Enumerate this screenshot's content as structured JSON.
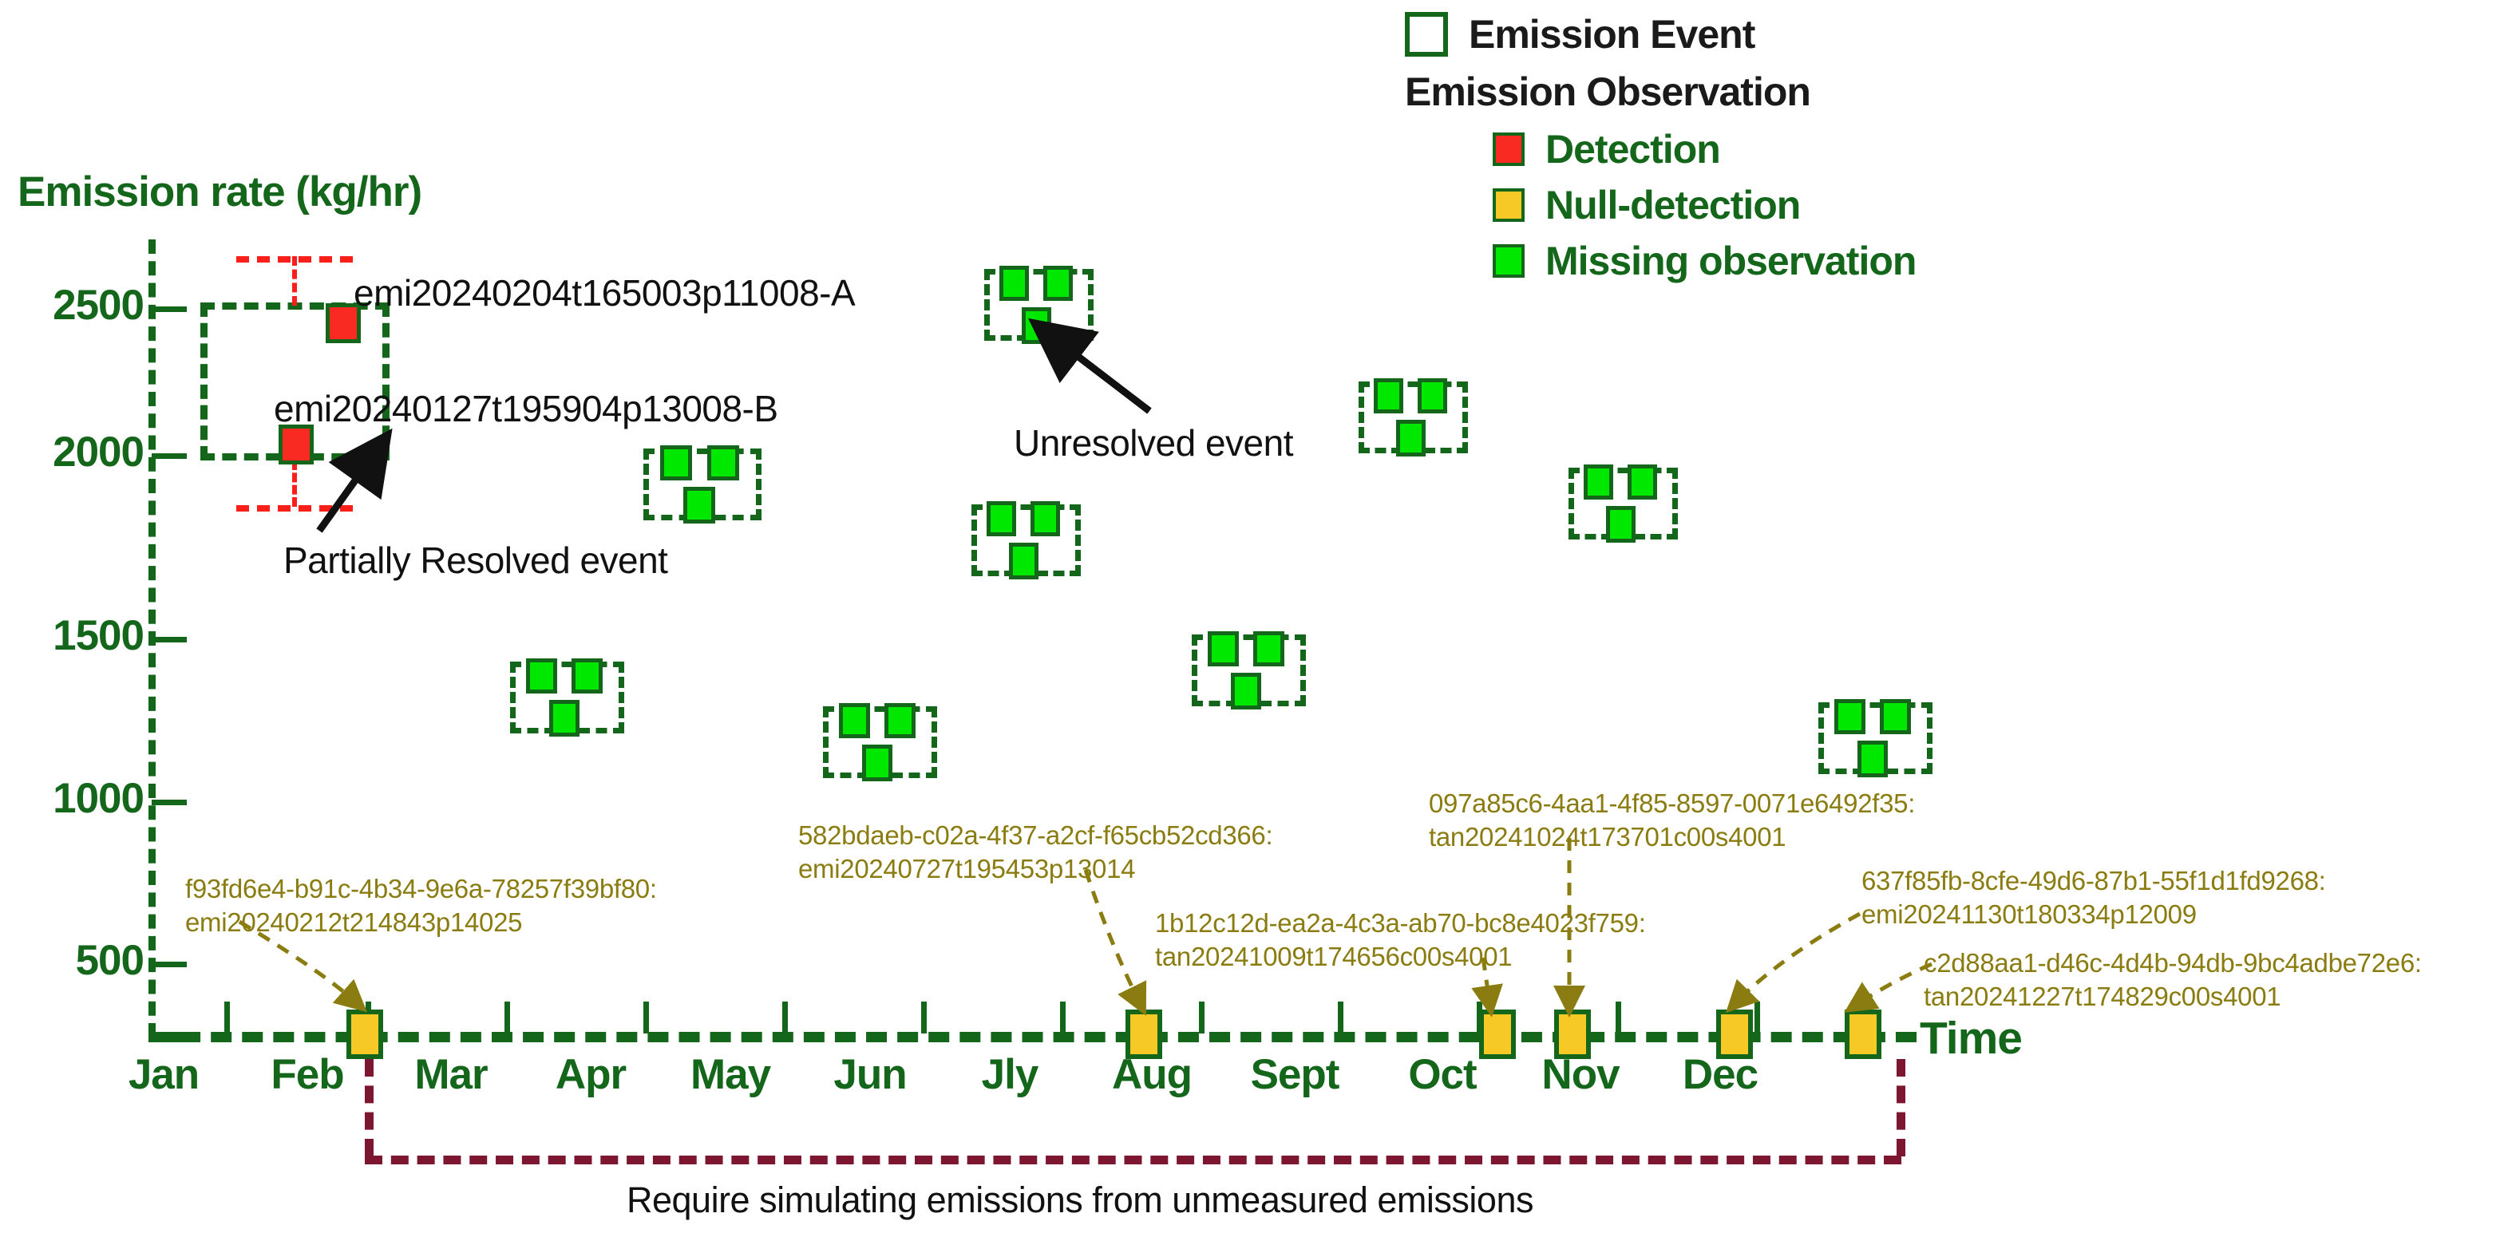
{
  "axes": {
    "y_title": "Emission rate (kg/hr)",
    "x_title": "Time",
    "y_ticks": [
      "2500",
      "2000",
      "1500",
      "1000",
      "500"
    ],
    "x_ticks": [
      "Jan",
      "Feb",
      "Mar",
      "Apr",
      "May",
      "Jun",
      "Jly",
      "Aug",
      "Sept",
      "Oct",
      "Nov",
      "Dec"
    ]
  },
  "legend": {
    "event_label": "Emission Event",
    "observation_header": "Emission Observation",
    "items": [
      {
        "label": "Detection",
        "color": "#f92a22"
      },
      {
        "label": "Null-detection",
        "color": "#f7c927"
      },
      {
        "label": "Missing observation",
        "color": "#00e800"
      }
    ]
  },
  "event_labels": {
    "event_a": "emi20240204t165003p11008-A",
    "event_b": "emi20240127t195904p13008-B"
  },
  "callouts": {
    "partially_resolved": "Partially Resolved event",
    "unresolved": "Unresolved event"
  },
  "annotations": [
    {
      "id": "ann1",
      "line1": "f93fd6e4-b91c-4b34-9e6a-78257f39bf80:",
      "line2": "emi20240212t214843p14025"
    },
    {
      "id": "ann2",
      "line1": "582bdaeb-c02a-4f37-a2cf-f65cb52cd366:",
      "line2": "emi20240727t195453p13014"
    },
    {
      "id": "ann3",
      "line1": "1b12c12d-ea2a-4c3a-ab70-bc8e4023f759:",
      "line2": "tan20241009t174656c00s4001"
    },
    {
      "id": "ann4",
      "line1": "097a85c6-4aa1-4f85-8597-0071e6492f35:",
      "line2": "tan20241024t173701c00s4001"
    },
    {
      "id": "ann5",
      "line1": "637f85fb-8cfe-49d6-87b1-55f1d1fd9268:",
      "line2": "emi20241130t180334p12009"
    },
    {
      "id": "ann6",
      "line1": "c2d88aa1-d46c-4d4b-94db-9bc4adbe72e6:",
      "line2": "tan20241227t174829c00s4001"
    }
  ],
  "bracket_caption": "Require simulating emissions from unmeasured emissions",
  "colors": {
    "axis_green": "#14661b",
    "detection_red": "#f92a22",
    "null_yellow": "#f7c927",
    "missing_green": "#00e800",
    "annotation_olive": "#8a7c10",
    "bracket_maroon": "#7d1631",
    "errorbar_red": "#fa1f1a"
  },
  "chart_data": {
    "type": "scatter",
    "title": "",
    "xlabel": "Time",
    "ylabel": "Emission rate (kg/hr)",
    "ylim": [
      0,
      2700
    ],
    "yticks": [
      500,
      1000,
      1500,
      2000,
      2500
    ],
    "xticks": [
      "Jan",
      "Feb",
      "Mar",
      "Apr",
      "May",
      "Jun",
      "Jly",
      "Aug",
      "Sept",
      "Oct",
      "Nov",
      "Dec"
    ],
    "grid": false,
    "legend_position": "top-right",
    "series": [
      {
        "name": "Emission Event (unresolved)",
        "marker": "dashed-box-with-observations",
        "points": [
          {
            "month": "Mar",
            "rate": 1950
          },
          {
            "month": "Apr",
            "rate": 1350
          },
          {
            "month": "Jun",
            "rate": 1200
          },
          {
            "month": "Jly",
            "rate": 1800
          },
          {
            "month": "Jly",
            "rate": 2400
          },
          {
            "month": "Aug",
            "rate": 1400
          },
          {
            "month": "Oct",
            "rate": 2130
          },
          {
            "month": "Nov",
            "rate": 1890
          },
          {
            "month": "Dec",
            "rate": 1250
          }
        ]
      },
      {
        "name": "Partially Resolved event",
        "marker": "large-dashed-box",
        "points": [
          {
            "label": "emi20240204t165003p11008-A",
            "rate": 2490,
            "detection": true
          },
          {
            "label": "emi20240127t195904p13008-B",
            "rate": 2060,
            "detection": true
          }
        ]
      },
      {
        "name": "Null-detection",
        "marker": "yellow-square-on-axis",
        "points": [
          {
            "month": "Feb",
            "rate": 0,
            "id": "f93fd6e4-b91c-4b34-9e6a-78257f39bf80",
            "obs": "emi20240212t214843p14025"
          },
          {
            "month": "Jly",
            "rate": 0,
            "id": "582bdaeb-c02a-4f37-a2cf-f65cb52cd366",
            "obs": "emi20240727t195453p13014"
          },
          {
            "month": "Oct",
            "rate": 0,
            "id": "1b12c12d-ea2a-4c3a-ab70-bc8e4023f759",
            "obs": "tan20241009t174656c00s4001"
          },
          {
            "month": "Oct",
            "rate": 0,
            "id": "097a85c6-4aa1-4f85-8597-0071e6492f35",
            "obs": "tan20241024t173701c00s4001"
          },
          {
            "month": "Dec",
            "rate": 0,
            "id": "637f85fb-8cfe-49d6-87b1-55f1d1fd9268",
            "obs": "emi20241130t180334p12009"
          },
          {
            "month": "Dec",
            "rate": 0,
            "id": "c2d88aa1-d46c-4d4b-94db-9bc4adbe72e6",
            "obs": "tan20241227t174829c00s4001"
          }
        ]
      }
    ]
  }
}
